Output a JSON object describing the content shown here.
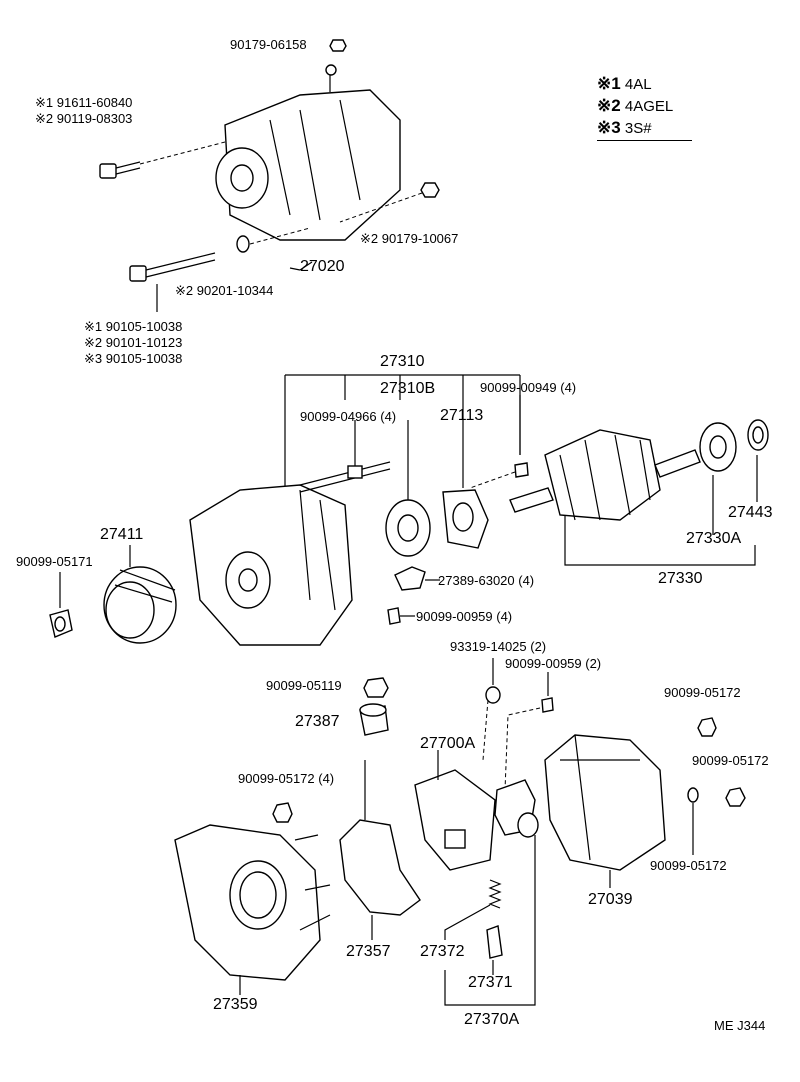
{
  "legend": [
    {
      "mark": "※1",
      "text": "4AL"
    },
    {
      "mark": "※2",
      "text": "4AGEL"
    },
    {
      "mark": "※3",
      "text": "3S#"
    }
  ],
  "labels": {
    "p90179_06158": "90179-06158",
    "p91611_60840": "※1 91611-60840",
    "p90119_08303": "※2 90119-08303",
    "p90179_10067": "※2 90179-10067",
    "p27020": "27020",
    "p90201_10344": "※2 90201-10344",
    "p90105_10038_a": "※1  90105-10038",
    "p90101_10123": "※2  90101-10123",
    "p90105_10038_b": "※3  90105-10038",
    "p27310": "27310",
    "p27310B": "27310B",
    "p90099_00949": "90099-00949 (4)",
    "p90099_04966": "90099-04966 (4)",
    "p27113": "27113",
    "p27443": "27443",
    "p27330A": "27330A",
    "p27330": "27330",
    "p27411": "27411",
    "p90099_05171": "90099-05171",
    "p27389_63020": "27389-63020 (4)",
    "p90099_00959_4": "90099-00959 (4)",
    "p93319_14025": "93319-14025 (2)",
    "p90099_00959_2": "90099-00959 (2)",
    "p90099_05119": "90099-05119",
    "p27387": "27387",
    "p90099_05172_a": "90099-05172",
    "p90099_05172_4": "90099-05172 (4)",
    "p27700A": "27700A",
    "p90099_05172_b": "90099-05172",
    "p90099_05172_c": "90099-05172",
    "p27039": "27039",
    "p27357": "27357",
    "p27372": "27372",
    "p27371": "27371",
    "p27370A": "27370A",
    "p27359": "27359",
    "code": "ME J344"
  }
}
